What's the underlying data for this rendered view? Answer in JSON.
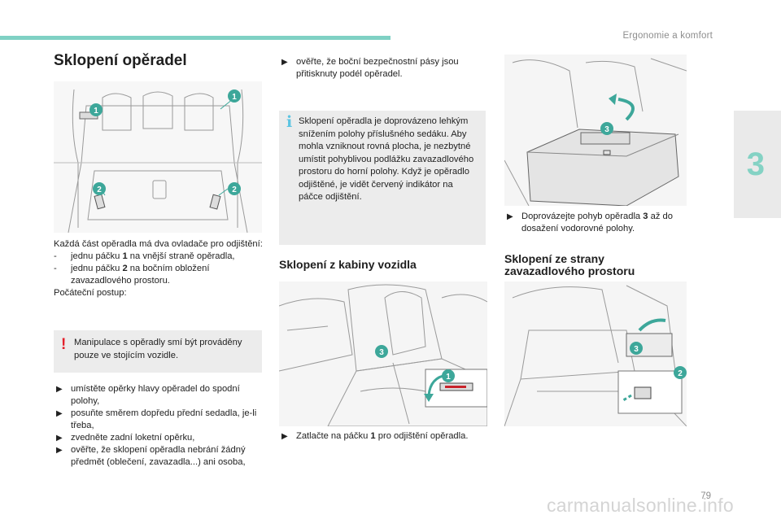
{
  "header": {
    "section": "Ergonomie a komfort"
  },
  "chapter": {
    "number": "3"
  },
  "footer": {
    "page_number": "79",
    "watermark": "carmanualsonline.info"
  },
  "colors": {
    "accent": "#7fd1c4",
    "callout": "#3da79a",
    "warning": "#e3202b",
    "info": "#5cc4e2"
  },
  "col1": {
    "title": "Sklopení opěradel",
    "callouts": {
      "c1a": "1",
      "c1b": "1",
      "c2a": "2",
      "c2b": "2"
    },
    "intro": "Každá část opěradla má dva ovladače pro odjištění:",
    "dash1_pre": "jednu páčku ",
    "dash1_num": "1",
    "dash1_post": " na vnější straně opěradla,",
    "dash2_pre": "jednu páčku ",
    "dash2_num": "2",
    "dash2_post": " na bočním obložení zavazadlového prostoru.",
    "start": "Počáteční postup:",
    "warning": "Manipulace s opěradly smí být prováděny pouze ve stojícím vozidle.",
    "steps": [
      "umístěte opěrky hlavy opěradel do spodní polohy,",
      "posuňte směrem dopředu přední sedadla, je-li třeba,",
      "zvedněte zadní loketní opěrku,",
      "ověřte, že sklopení opěradla nebrání žádný předmět (oblečení, zavazadla...) ani osoba,"
    ]
  },
  "col2": {
    "check": "ověřte, že boční bezpečnostní pásy jsou přitisknuty podél opěradel.",
    "info": "Sklopení opěradla je doprovázeno lehkým snížením polohy příslušného sedáku. Aby mohla vzniknout rovná plocha, je nezbytné umístit pohyblivou podlážku zavazadlového prostoru do horní polohy. Když je opěradlo odjištěné, je vidět červený indikátor na páčce odjištění.",
    "subtitle": "Sklopení z kabiny vozidla",
    "callouts": {
      "c3": "3",
      "c1": "1"
    },
    "push_pre": "Zatlačte na páčku ",
    "push_num": "1",
    "push_post": " pro odjištění opěradla."
  },
  "col3": {
    "callouts": {
      "c3": "3",
      "c3b": "3",
      "c2": "2"
    },
    "guide_pre": "Doprovázejte pohyb opěradla ",
    "guide_num": "3",
    "guide_post": " až do dosažení vodorovné polohy.",
    "subtitle": "Sklopení ze strany zavazadlového prostoru"
  }
}
